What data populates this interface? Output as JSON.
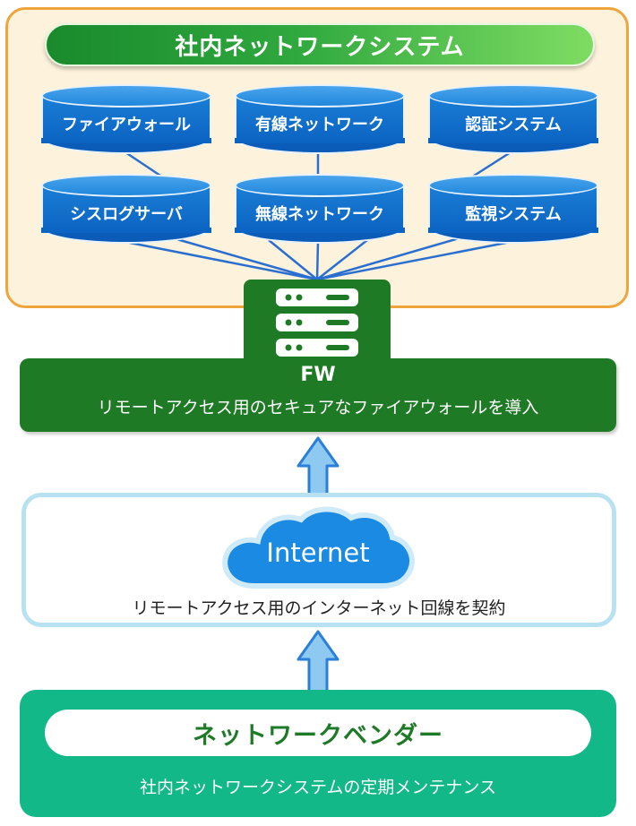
{
  "internal_network": {
    "title": "社内ネットワークシステム",
    "systems_row1": [
      "ファイアウォール",
      "有線ネットワーク",
      "認証システム"
    ],
    "systems_row2": [
      "シスログサーバ",
      "無線ネットワーク",
      "監視システム"
    ]
  },
  "firewall": {
    "title": "FW",
    "description": "リモートアクセス用のセキュアなファイアウォールを導入",
    "icon": "server-icon"
  },
  "internet": {
    "cloud_label": "Internet",
    "description": "リモートアクセス用のインターネット回線を契約",
    "icon": "cloud-icon"
  },
  "vendor": {
    "title": "ネットワークベンダー",
    "description": "社内ネットワークシステムの定期メンテナンス"
  },
  "colors": {
    "panel_internal_bg": "#fdf3dc",
    "panel_internal_border": "#f0a43c",
    "green_dark": "#1f7a26",
    "cylinder_blue": "#0b63c2",
    "arrow_blue": "#8ec9f2",
    "internet_border": "#b8e2f2",
    "vendor_green": "#12b887"
  }
}
